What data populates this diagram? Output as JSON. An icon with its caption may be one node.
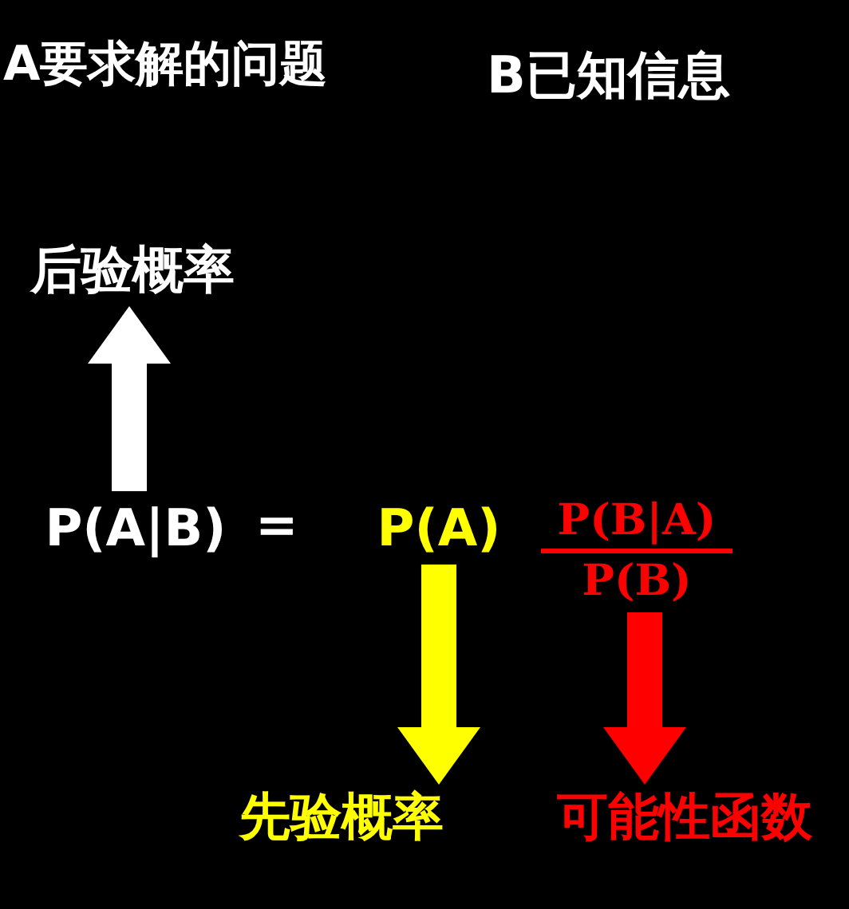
{
  "diagram": {
    "nodes": [
      {
        "text": [
          "后验概率"
        ]
      },
      {
        "text": [
          "P(A|B)"
        ]
      },
      {
        "text": [
          "P(A)"
        ]
      },
      {
        "text": [
          "P(B|A)",
          "P(B)"
        ]
      },
      {
        "text": [
          "先验概率"
        ]
      },
      {
        "text": [
          "可能性函数"
        ]
      }
    ],
    "edges": [
      {
        "from": 1,
        "to": 0,
        "arrow": "to",
        "color": "#ffffff"
      },
      {
        "from": 2,
        "to": 4,
        "arrow": "to",
        "color": "#ffff00"
      },
      {
        "from": 3,
        "to": 5,
        "arrow": "to",
        "color": "#ff0000"
      }
    ],
    "labels": [
      "A要求解的问题",
      "B已知信息",
      "="
    ]
  }
}
